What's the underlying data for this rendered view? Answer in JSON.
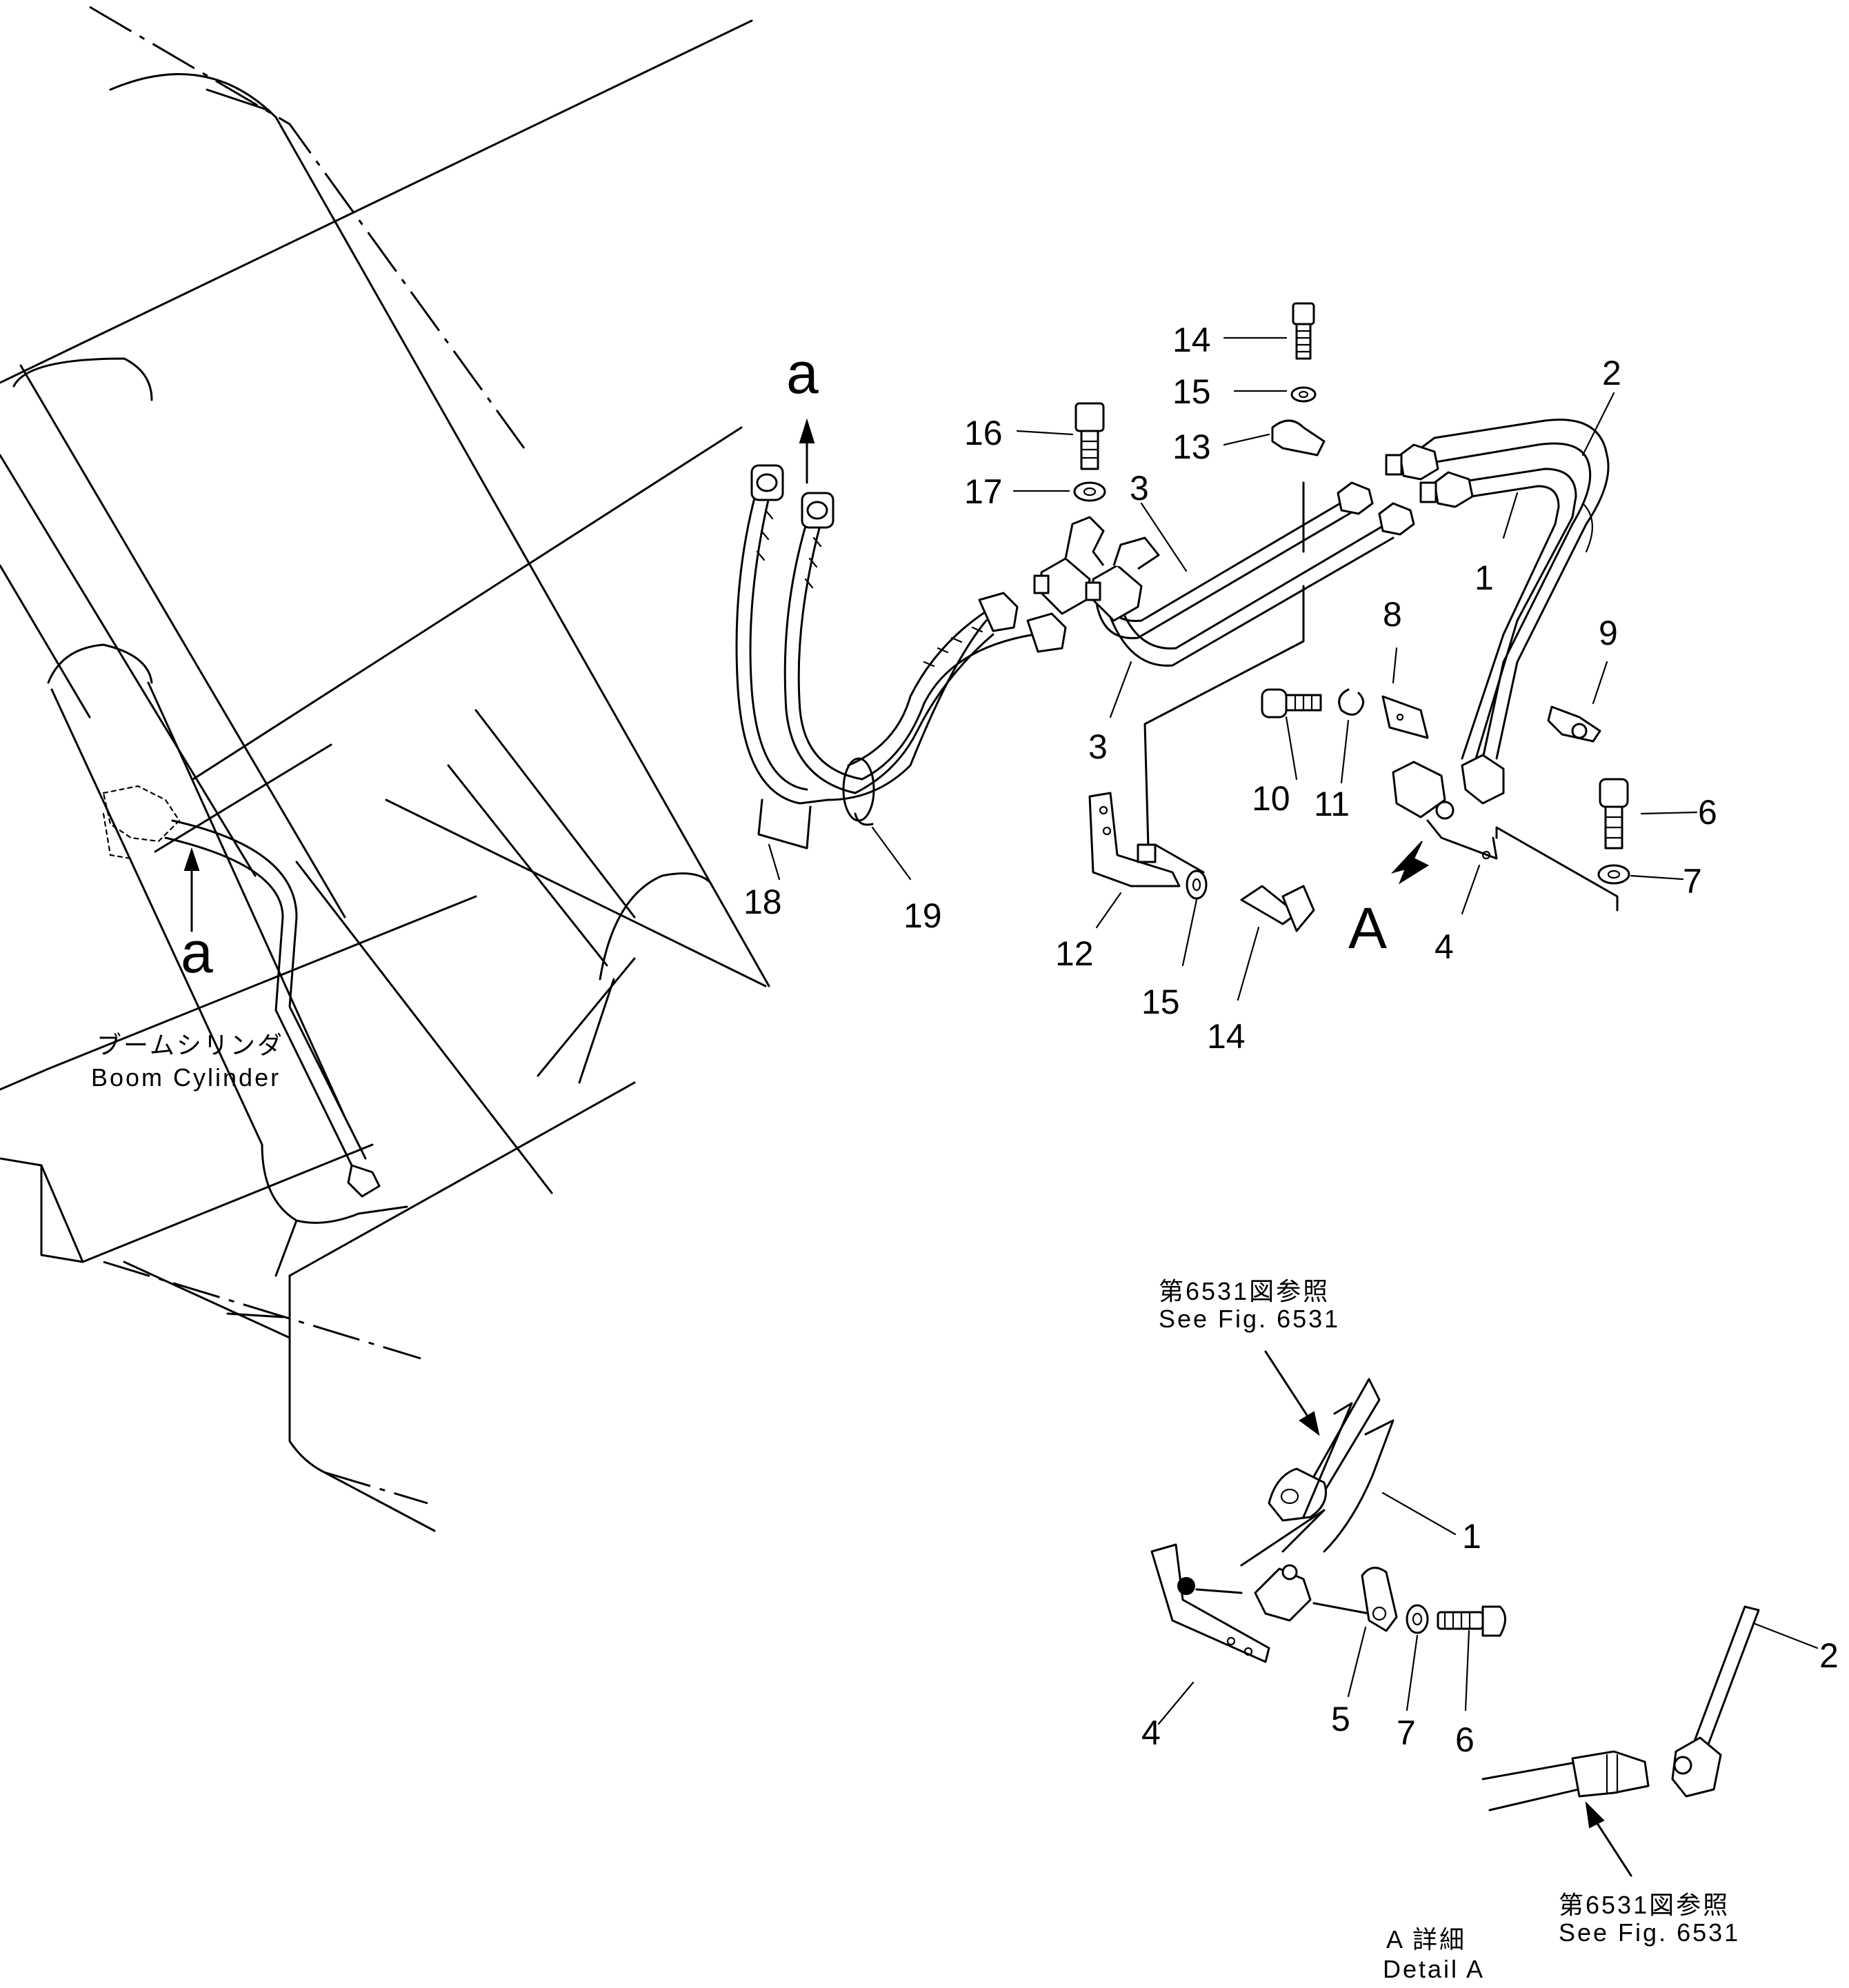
{
  "diagram": {
    "callouts": {
      "c14_top": "14",
      "c15_top": "15",
      "c13": "13",
      "c16": "16",
      "c17": "17",
      "c3_upper": "3",
      "c3_lower": "3",
      "c2_main": "2",
      "c1_main": "1",
      "c8": "8",
      "c9": "9",
      "c10": "10",
      "c11": "11",
      "c6_main": "6",
      "c7_main": "7",
      "c4_main": "4",
      "c12": "12",
      "c15_bottom": "15",
      "c14_bottom": "14",
      "c18": "18",
      "c19": "19",
      "c1_detail": "1",
      "c2_detail": "2",
      "c4_detail": "4",
      "c5_detail": "5",
      "c7_detail": "7",
      "c6_detail": "6"
    },
    "view_marks": {
      "a_top": "a",
      "a_left": "a",
      "A_view": "A"
    },
    "notes": {
      "boom_cylinder_jp": "ブームシリンダ",
      "boom_cylinder_en": "Boom Cylinder",
      "see_fig_upper_jp": "第6531図参照",
      "see_fig_upper_en": "See Fig. 6531",
      "see_fig_lower_jp": "第6531図参照",
      "see_fig_lower_en": "See Fig. 6531",
      "detail_jp": "A 詳細",
      "detail_en": "Detail A"
    }
  }
}
